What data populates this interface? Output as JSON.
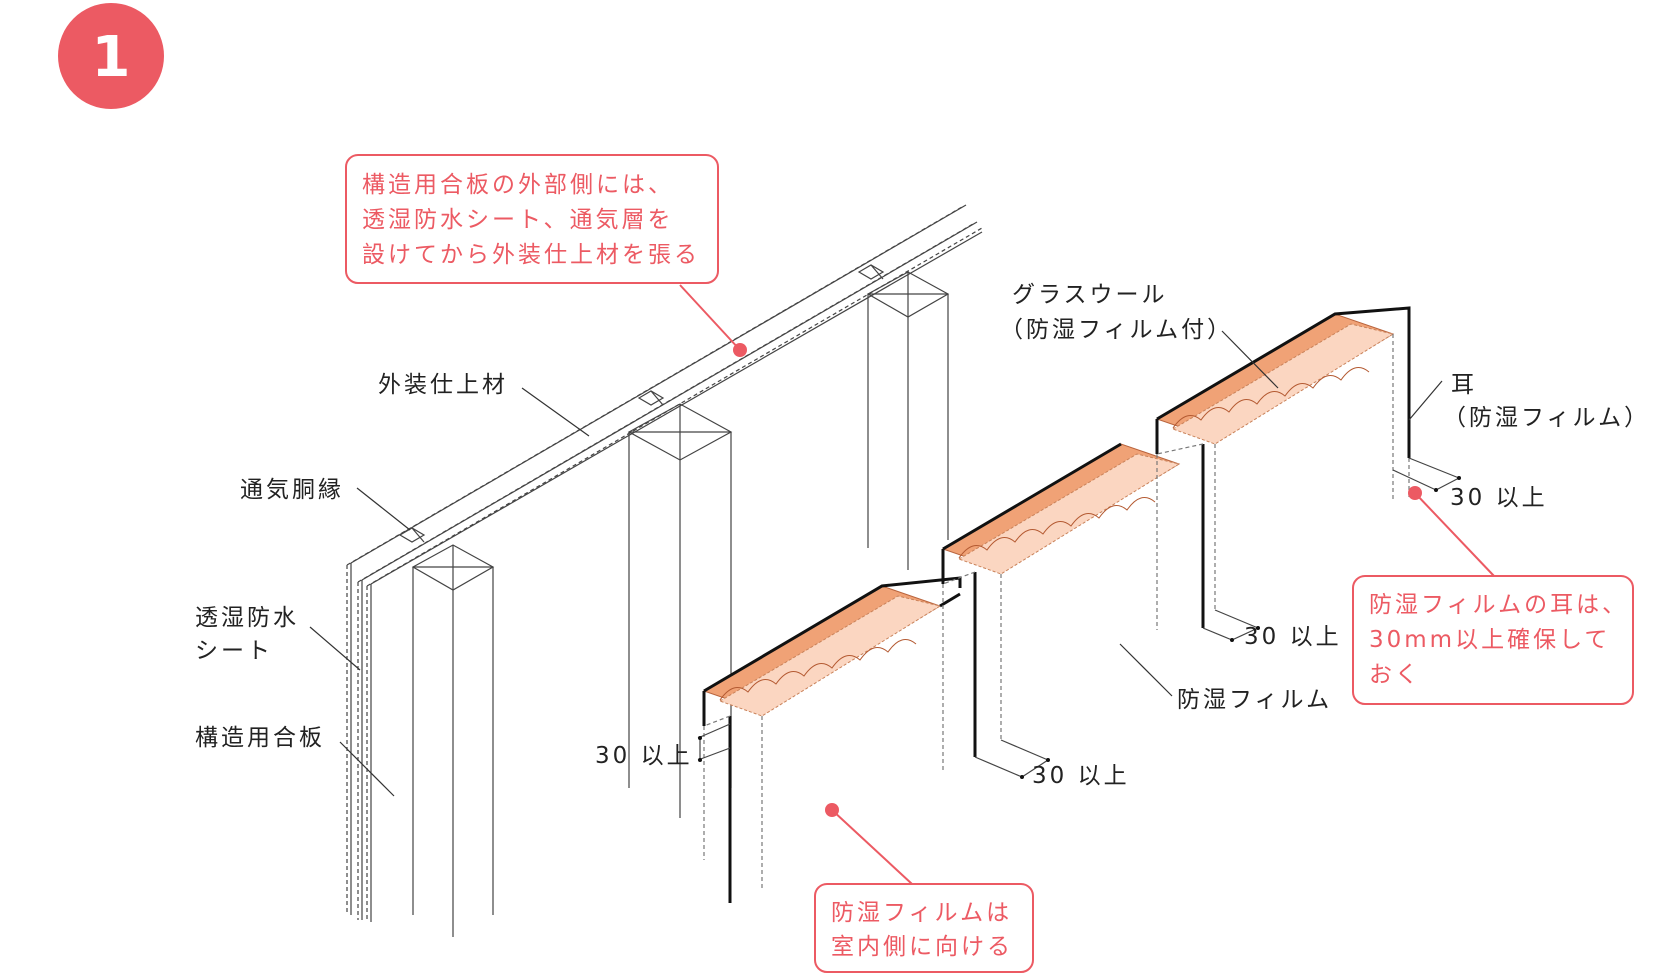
{
  "step_number": "1",
  "colors": {
    "accent": "#ec5a63",
    "insulation": "#f0a276",
    "insulation_face": "#fbd6c1"
  },
  "labels": {
    "exterior_finish": "外装仕上材",
    "furring": "通気胴縁",
    "membrane_line1": "透湿防水",
    "membrane_line2": "シート",
    "plywood": "構造用合板",
    "glasswool_line1": "グラスウール",
    "glasswool_line2": "（防湿フィルム付）",
    "ear_line1": "耳",
    "ear_line2": "（防湿フィルム）",
    "vapor_film": "防湿フィルム",
    "dim_30_a": "30 以上",
    "dim_30_b": "30 以上",
    "dim_30_c": "30 以上",
    "dim_30_d": "30 以上"
  },
  "callouts": {
    "top": [
      "構造用合板の外部側には、",
      "透湿防水シート、通気層を",
      "設けてから外装仕上材を張る"
    ],
    "right": [
      "防湿フィルムの耳は、",
      "30mm以上確保して",
      "おく"
    ],
    "bottom": [
      "防湿フィルムは",
      "室内側に向ける"
    ]
  }
}
